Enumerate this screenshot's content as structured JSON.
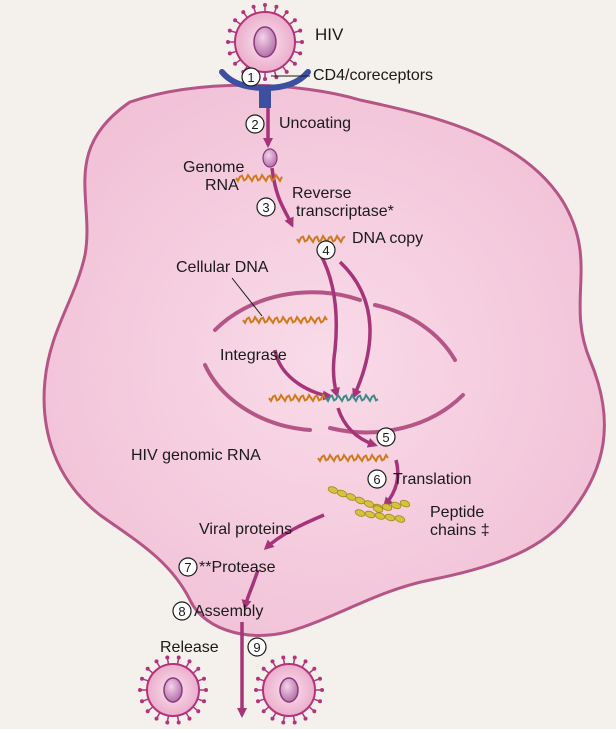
{
  "diagram": {
    "labels": {
      "hiv": "HIV",
      "cd4": "CD4/coreceptors",
      "uncoating": "Uncoating",
      "genome_line1": "Genome",
      "genome_line2": "RNA",
      "rt_line1": "Reverse",
      "rt_line2": "transcriptase*",
      "dna_copy": "DNA copy",
      "cellular_dna": "Cellular DNA",
      "integrase": "Integrase",
      "hiv_genomic_rna": "HIV genomic RNA",
      "translation": "Translation",
      "peptide_line1": "Peptide",
      "peptide_line2": "chains ‡",
      "viral_proteins": "Viral proteins",
      "protease": "**Protease",
      "assembly": "Assembly",
      "release": "Release"
    },
    "steps": [
      "1",
      "2",
      "3",
      "4",
      "5",
      "6",
      "7",
      "8",
      "9"
    ],
    "colors": {
      "cell_fill": "#f6cfe0",
      "cell_outline": "#b55586",
      "arrow": "#a63478",
      "receptor": "#3c4fa0",
      "virus_core": "#c67ab0",
      "virus_spikes": "#b5337a",
      "rna_strand": "#cf7a1c",
      "dna_strand_b": "#3c8a8a",
      "peptide": "#d8c23c"
    }
  }
}
